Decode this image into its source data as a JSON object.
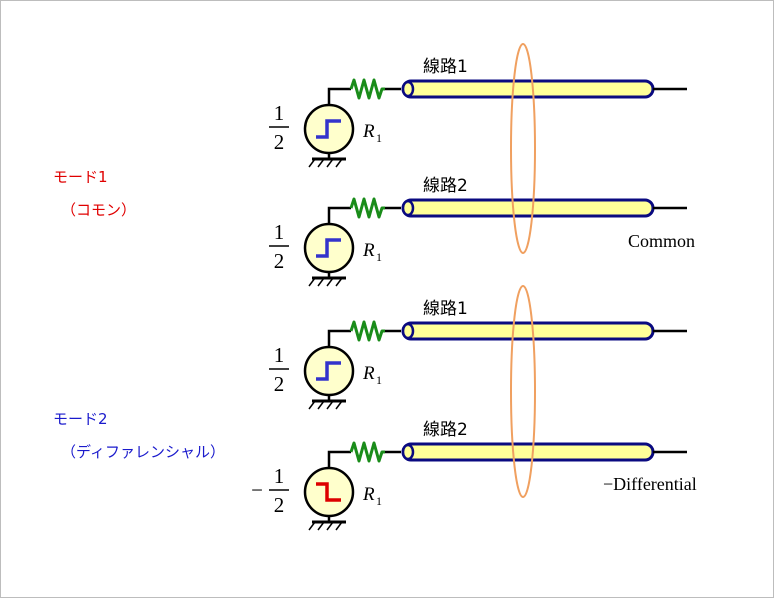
{
  "modes": [
    {
      "id": "mode1",
      "label": "モード1",
      "sublabel": "（コモン）",
      "color": "#e00000",
      "name": "Common",
      "circuits": [
        {
          "line_label": "線路1",
          "resistor_label": "R",
          "resistor_sub": "1",
          "source_numerator": "1",
          "source_denominator": "2",
          "source_sign": "",
          "step": "rising",
          "step_color": "#3333cc"
        },
        {
          "line_label": "線路2",
          "resistor_label": "R",
          "resistor_sub": "1",
          "source_numerator": "1",
          "source_denominator": "2",
          "source_sign": "",
          "step": "rising",
          "step_color": "#3333cc"
        }
      ]
    },
    {
      "id": "mode2",
      "label": "モード2",
      "sublabel": "（ディファレンシャル）",
      "color": "#1a1acc",
      "name": "−Differential",
      "circuits": [
        {
          "line_label": "線路1",
          "resistor_label": "R",
          "resistor_sub": "1",
          "source_numerator": "1",
          "source_denominator": "2",
          "source_sign": "",
          "step": "rising",
          "step_color": "#3333cc"
        },
        {
          "line_label": "線路2",
          "resistor_label": "R",
          "resistor_sub": "1",
          "source_numerator": "1",
          "source_denominator": "2",
          "source_sign": "−",
          "step": "falling",
          "step_color": "#dd0000"
        }
      ]
    }
  ],
  "colors": {
    "wire": "#000000",
    "resistor": "#1a8c1a",
    "line_fill": "#ffff99",
    "line_border": "#0a0a80",
    "source_fill": "#ffffcc",
    "ellipse": "#f0a060"
  }
}
